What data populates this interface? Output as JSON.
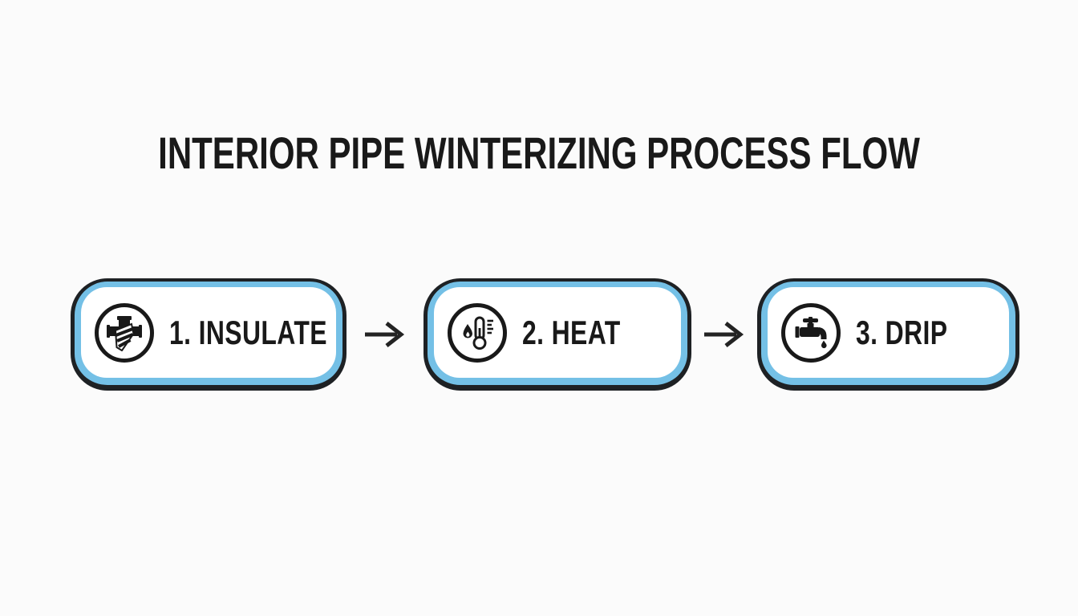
{
  "title": {
    "text": "INTERIOR PIPE WINTERIZING PROCESS FLOW"
  },
  "colors": {
    "background": "#fbfbfb",
    "box_border": "#1e2124",
    "box_ring_accent": "#74c0e6",
    "box_fill": "#ffffff",
    "text": "#191919",
    "arrow": "#232323"
  },
  "steps": [
    {
      "label": "1. INSULATE",
      "icon": "pipe-insulation-icon"
    },
    {
      "label": "2. HEAT",
      "icon": "thermometer-heat-icon"
    },
    {
      "label": "3. DRIP",
      "icon": "faucet-drip-icon"
    }
  ],
  "connector": {
    "icon": "arrow-right-icon",
    "glyph": "→"
  }
}
